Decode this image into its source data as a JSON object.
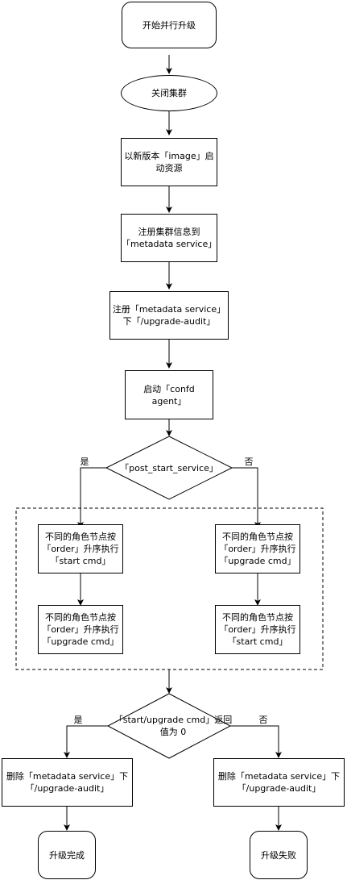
{
  "nodes": {
    "start": "开始并行升级",
    "close_cluster": "关闭集群",
    "start_resources": "以新版本「image」启\n动资源",
    "register_cluster": "注册集群信息到\n「metadata service」",
    "register_audit": "注册「metadata service」\n下「/upgrade-audit」",
    "start_confd": "启动「confd\nagent」",
    "decision_post_start": "「post_start_service」",
    "left_step1": "不同的角色节点按\n「order」升序执行\n「start cmd」",
    "left_step2": "不同的角色节点按\n「order」升序执行\n「upgrade cmd」",
    "right_step1": "不同的角色节点按\n「order」升序执行\n「upgrade cmd」",
    "right_step2": "不同的角色节点按\n「order」升序执行\n「start cmd」",
    "decision_return": "「start/upgrade cmd」返回\n值为 0",
    "delete_left": "删除「metadata service」下\n「/upgrade-audit」",
    "delete_right": "删除「metadata service」下\n「/upgrade-audit」",
    "end_success": "升级完成",
    "end_fail": "升级失败"
  },
  "edge_labels": {
    "yes_1": "是",
    "no_1": "否",
    "yes_2": "是",
    "no_2": "否"
  }
}
